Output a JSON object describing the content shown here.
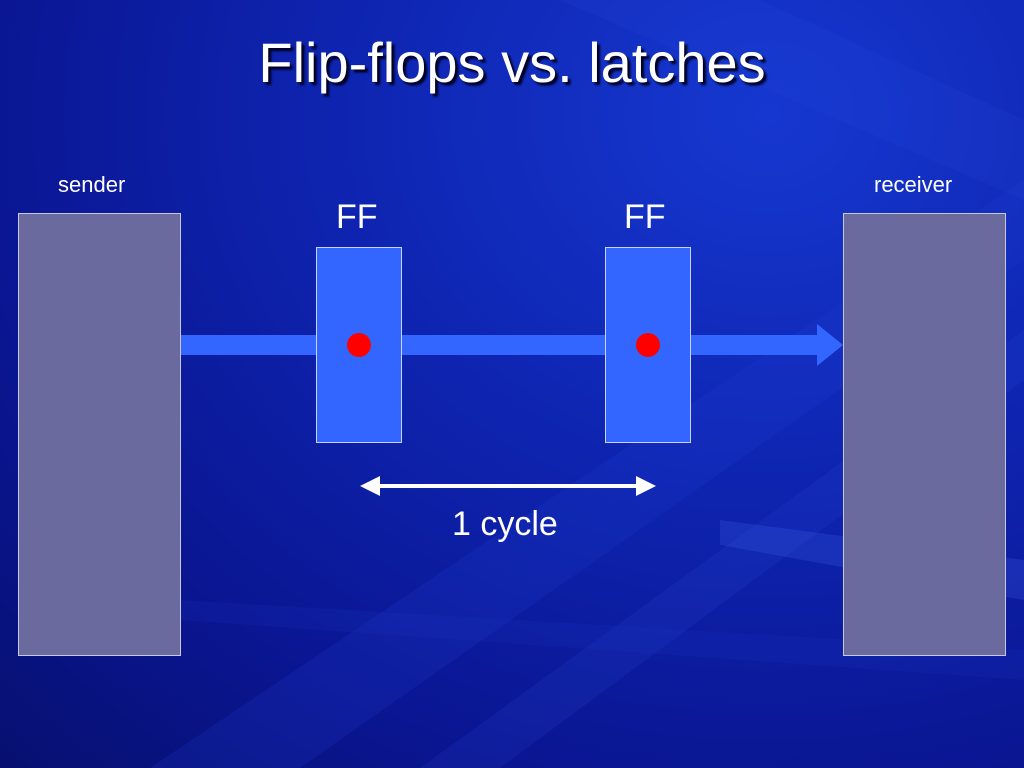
{
  "slide": {
    "title": "Flip-flops vs. latches",
    "sender_label": "sender",
    "receiver_label": "receiver",
    "ff_left_label": "FF",
    "ff_right_label": "FF",
    "cycle_label": "1 cycle"
  },
  "colors": {
    "background": "#0e24b0",
    "endpoint_fill": "#6a6a9e",
    "ff_fill": "#3366ff",
    "wire": "#3366ff",
    "clock_dot": "#ff0000",
    "arrow": "#ffffff"
  }
}
